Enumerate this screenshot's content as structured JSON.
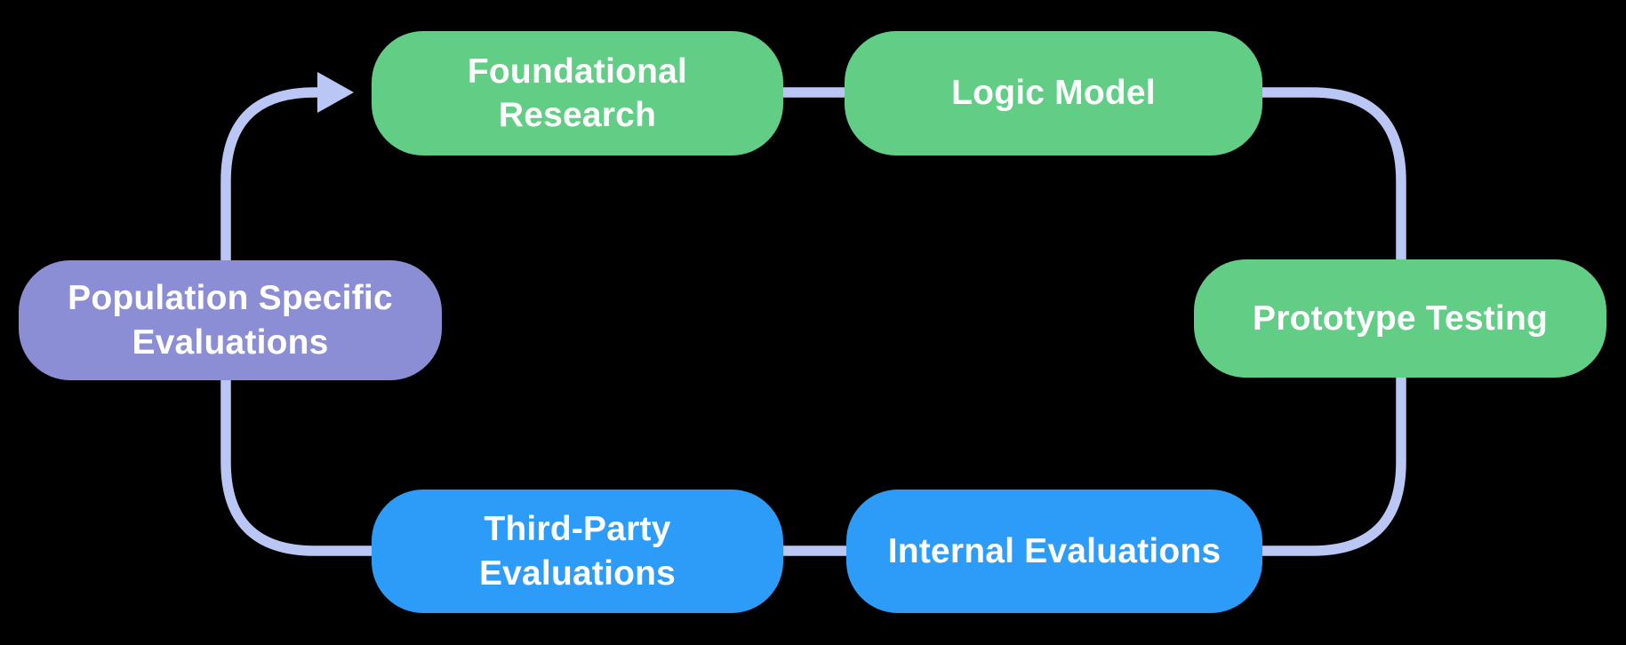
{
  "diagram": {
    "background_color": "#000000",
    "connector_color": "#bac6f4",
    "text_color": "#ffffff",
    "nodes": [
      {
        "id": "foundational-research",
        "label": "Foundational\nResearch",
        "color": "#62cd85"
      },
      {
        "id": "logic-model",
        "label": "Logic Model",
        "color": "#62cd85"
      },
      {
        "id": "prototype-testing",
        "label": "Prototype Testing",
        "color": "#62cd85"
      },
      {
        "id": "internal-evaluations",
        "label": "Internal Evaluations",
        "color": "#2d9bf8"
      },
      {
        "id": "third-party-evaluations",
        "label": "Third-Party\nEvaluations",
        "color": "#2d9bf8"
      },
      {
        "id": "population-specific-evaluations",
        "label": "Population Specific\nEvaluations",
        "color": "#8b8ed4"
      }
    ],
    "connections": [
      {
        "from": "Foundational Research",
        "to": "Logic Model",
        "arrow": false
      },
      {
        "from": "Logic Model",
        "to": "Prototype Testing",
        "arrow": false
      },
      {
        "from": "Prototype Testing",
        "to": "Internal Evaluations",
        "arrow": false
      },
      {
        "from": "Internal Evaluations",
        "to": "Third-Party Evaluations",
        "arrow": false
      },
      {
        "from": "Third-Party Evaluations",
        "to": "Population Specific Evaluations",
        "arrow": false
      },
      {
        "from": "Population Specific Evaluations",
        "to": "Foundational Research",
        "arrow": true
      }
    ]
  }
}
